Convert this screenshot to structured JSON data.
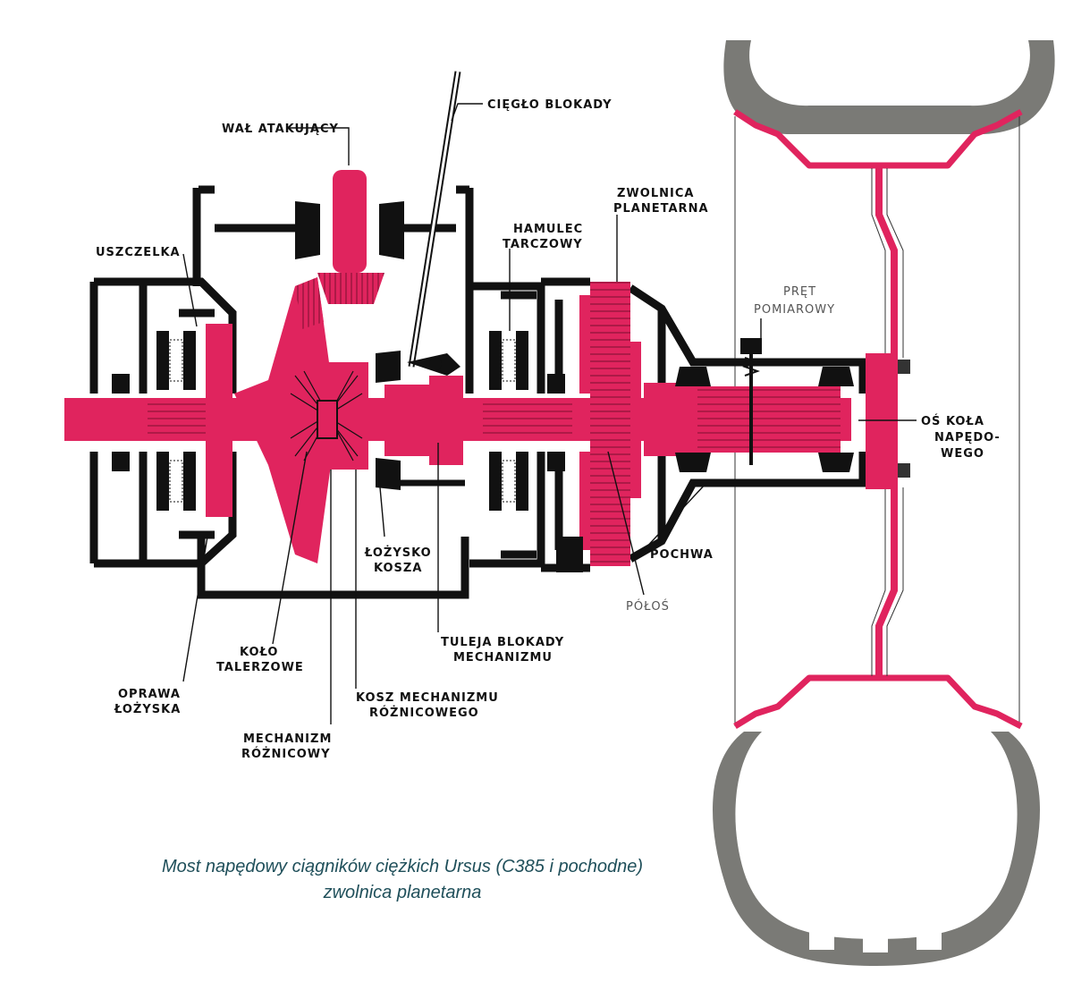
{
  "labels": {
    "wal_atakujacy": "WAŁ ATAKUJĄCY",
    "ciegło_blokady": "CIĘGŁO BLOKADY",
    "uszczelka": "USZCZELKA",
    "zwolnica_1": "ZWOLNICA",
    "zwolnica_2": "PLANETARNA",
    "hamulec_1": "HAMULEC",
    "hamulec_2": "TARCZOWY",
    "pret_1": "PRĘT",
    "pret_2": "POMIAROWY",
    "os_1": "OŚ KOŁA",
    "os_2": "NAPĘDO-",
    "os_3": "WEGO",
    "pochwa": "POCHWA",
    "polos": "PÓŁOŚ",
    "lozysko_1": "ŁOŻYSKO",
    "lozysko_2": "KOSZA",
    "tuleja_1": "TULEJA BLOKADY",
    "tuleja_2": "MECHANIZMU",
    "kolo_1": "KOŁO",
    "kolo_2": "TALERZOWE",
    "oprawa_1": "OPRAWA",
    "oprawa_2": "ŁOŻYSKA",
    "kosz_1": "KOSZ MECHANIZMU",
    "kosz_2": "RÓŻNICOWEGO",
    "mech_1": "MECHANIZM",
    "mech_2": "RÓŻNICOWY"
  },
  "caption": {
    "line1": "Most napędowy ciągników ciężkich Ursus (C385 i pochodne)",
    "line2": "zwolnica planetarna"
  },
  "colors": {
    "part": "#e0245e",
    "housing": "#111111",
    "tire": "#7a7a76",
    "caption": "#1f4f5a"
  }
}
